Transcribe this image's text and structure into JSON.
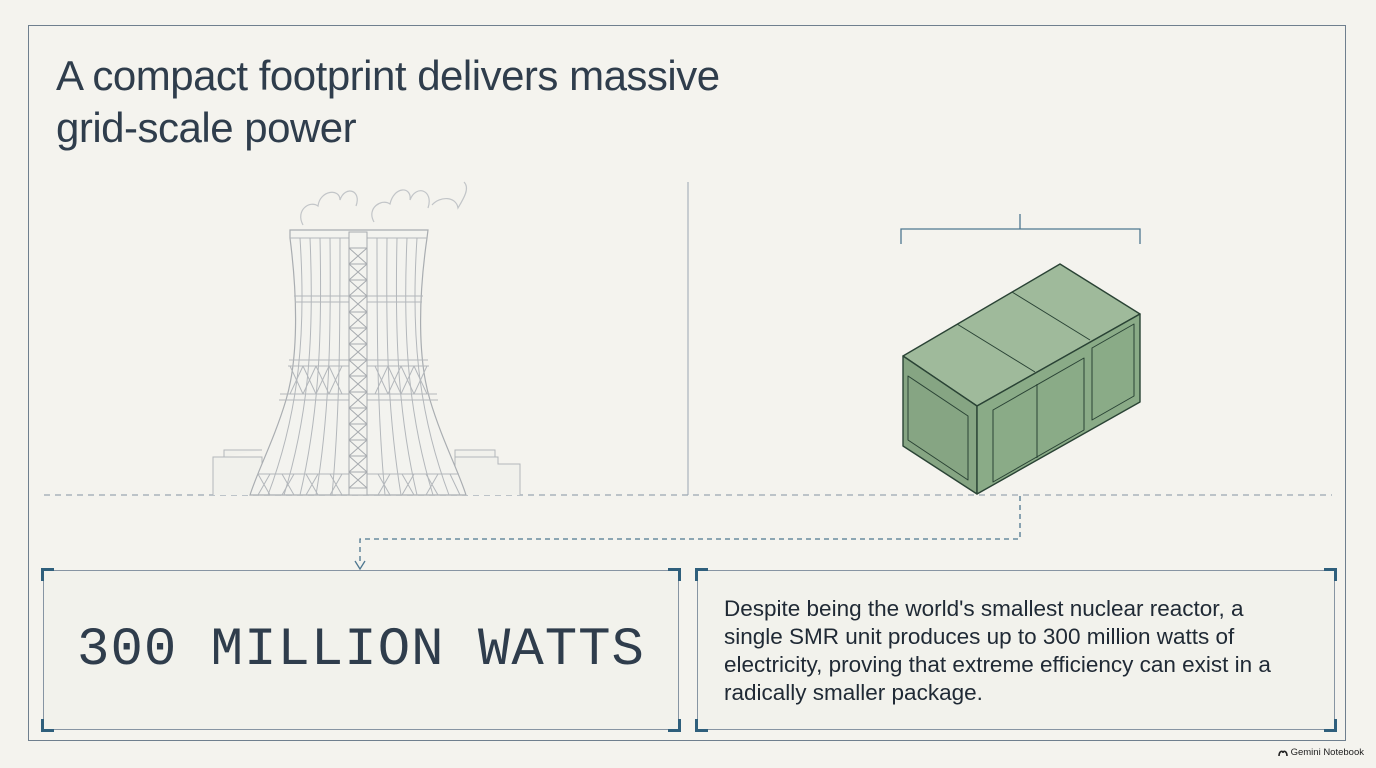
{
  "title": "A compact footprint delivers massive grid-scale power",
  "stat": {
    "value": "300 MILLION WATTS"
  },
  "description": "Despite being the world's smallest nuclear reactor, a single SMR unit produces up to 300 million watts of electricity, proving that extreme efficiency can exist in a radically smaller package.",
  "brand": "Gemini Notebook",
  "colors": {
    "background": "#f4f3ee",
    "ink": "#2f3d4c",
    "line": "#6f7f8e",
    "accent": "#2f5f7c",
    "module_fill": "#8fae8c"
  },
  "illustrations": {
    "left": "cooling-tower",
    "right": "smr-module"
  }
}
